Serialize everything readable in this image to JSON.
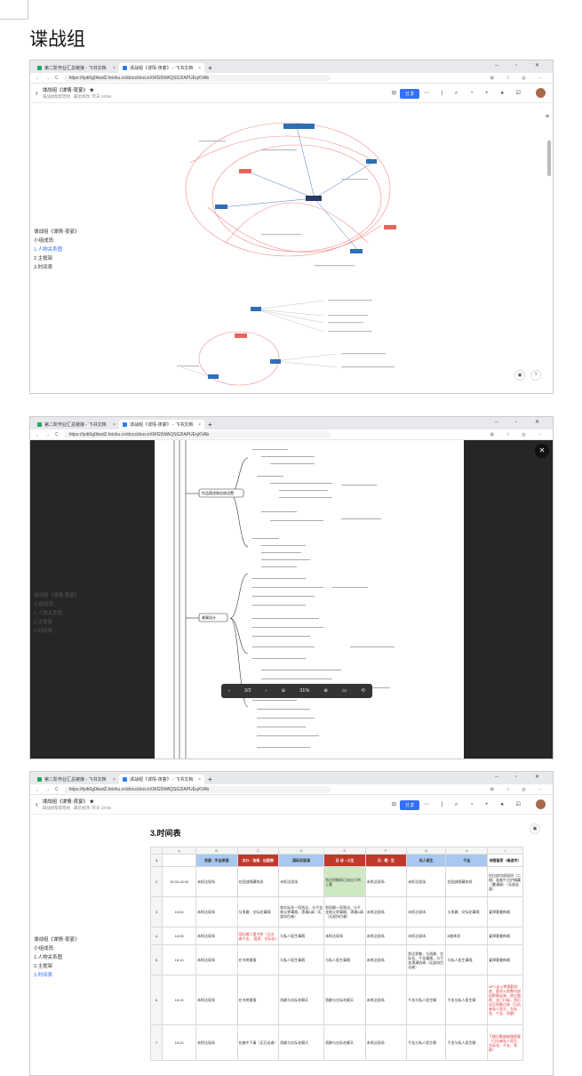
{
  "page_title": "谍战组",
  "browser": {
    "tabs": [
      "第二阶作业汇总链接 - 飞书文档",
      "谍战组《谍情·夜宴》 - 飞书文档"
    ],
    "close_glyph": "×",
    "new_tab": "+",
    "url": "https://tydi6g0kwd2.feishu.cn/docs/doccnXWG5WAQSG2IAPUEqXVAb",
    "window_controls": "–  ▫  ✕"
  },
  "doc": {
    "title": "谍战组《谍情·夜宴》",
    "star": "★",
    "folder": "谍战组帮帮营地",
    "modified": "最近修改: 昨天 19:56",
    "share_label": "分享",
    "toc": {
      "title": "谍战组《谍情·夜宴》",
      "members": "小组成员:",
      "items": [
        "1.人物关系图",
        "2.主框架",
        "3.时间表"
      ]
    }
  },
  "viewer": {
    "page_indicator": "2/2",
    "zoom": "31%",
    "close_glyph": "✕",
    "mindmap_nodes": [
      "作品简述和总体设置",
      "故事设计"
    ]
  },
  "sheet": {
    "section_title": "3.时间表",
    "col_letters": [
      "",
      "A",
      "B",
      "C",
      "D",
      "E",
      "F",
      "G",
      "H",
      "I"
    ],
    "header_row": [
      "1",
      "",
      "男爵 · 手金原理",
      "女仆 · 洛格 · 出版商",
      "国际双面谍",
      "日·法 · 小生",
      "日 · 德 · 生",
      "私人医生",
      "千金",
      "侍酸管家（毒遗传）"
    ],
    "rows": [
      {
        "n": "2",
        "t": "15:30-16:00",
        "b": "未抓达现场",
        "c": "在园部隐藏休息",
        "d": "未抓达现场",
        "e": "到达到聚帮已站出于的上看",
        "f": "未抓达现场",
        "g": "未抓达现场",
        "h": "在园部隐藏休息",
        "i": "在拉部内部因间（二楼）准备午大护摘藏（霍漫级）（无部走量）"
      },
      {
        "n": "3",
        "t": "16:00",
        "b": "未抓达现场",
        "c": "与男爵、交际花事随",
        "d": "和交际花一同到达，与千金和父界事随、漂漫A请（无部协目者）",
        "e": "和男爵一同到达，与千金和父界事随、漂漫A请（无部协目者）",
        "f": "未抓达现场",
        "g": "未抓达现场",
        "h": "与男爵、交际花事随",
        "i": "宴律客重佈顺"
      },
      {
        "n": "4",
        "t": "16:05",
        "b": "未抓达现场",
        "c": "国际酱二楼书房（日击者千金、 管家、交际花）",
        "d": "与私人医生事随",
        "e": "未抓达现场",
        "f": "未抓达现场",
        "g": "未抓达现场",
        "h": "B楼休息",
        "i": "宴律客重佈顺"
      },
      {
        "n": "5",
        "t": "16:10",
        "b": "未抓达现场",
        "c": "在书房看报",
        "d": "与私人医生事随",
        "e": "与私人医生事随",
        "f": "未抓达现场",
        "g": "到达到聚，与男爵、交际花、千金事随，与千金漂漫协调（无部协目击者）",
        "h": "与私人医生事随",
        "i": "宴律客重佈顺"
      },
      {
        "n": "6",
        "t": "16:15",
        "b": "未抓达现场",
        "c": "在书房看报",
        "d": "男爵与交际花聊天",
        "e": "男爵与交际花聊天",
        "f": "未抓达现场",
        "g": "千金与私人医生聊",
        "h": "千金与私人医生聊",
        "i": "NPC走父将客勤拍底、要求火前整内部因影聊送来，经过跟踪、去门口架，然后送至到聚过来（日击者私人医生，交际花、千金、男爵）"
      },
      {
        "n": "7",
        "t": "16:20",
        "b": "未抓达现场",
        "c": "在森中下毒（无日击者）",
        "d": "男爵与交际花聊天",
        "e": "男爵与交际花聊天",
        "f": "未抓达现场",
        "g": "千金与私人医生聊",
        "h": "千金与私人医生聊",
        "i": "下楼后聚座碰路换客（日击者私人医生、交际花、千金、男爵）"
      }
    ]
  },
  "icons": [
    "back-chevron-icon",
    "doc-tree-icon",
    "search-icon",
    "notification-icon",
    "add-icon",
    "bulb-icon",
    "checkbox-icon",
    "help-icon",
    "comment-icon"
  ]
}
